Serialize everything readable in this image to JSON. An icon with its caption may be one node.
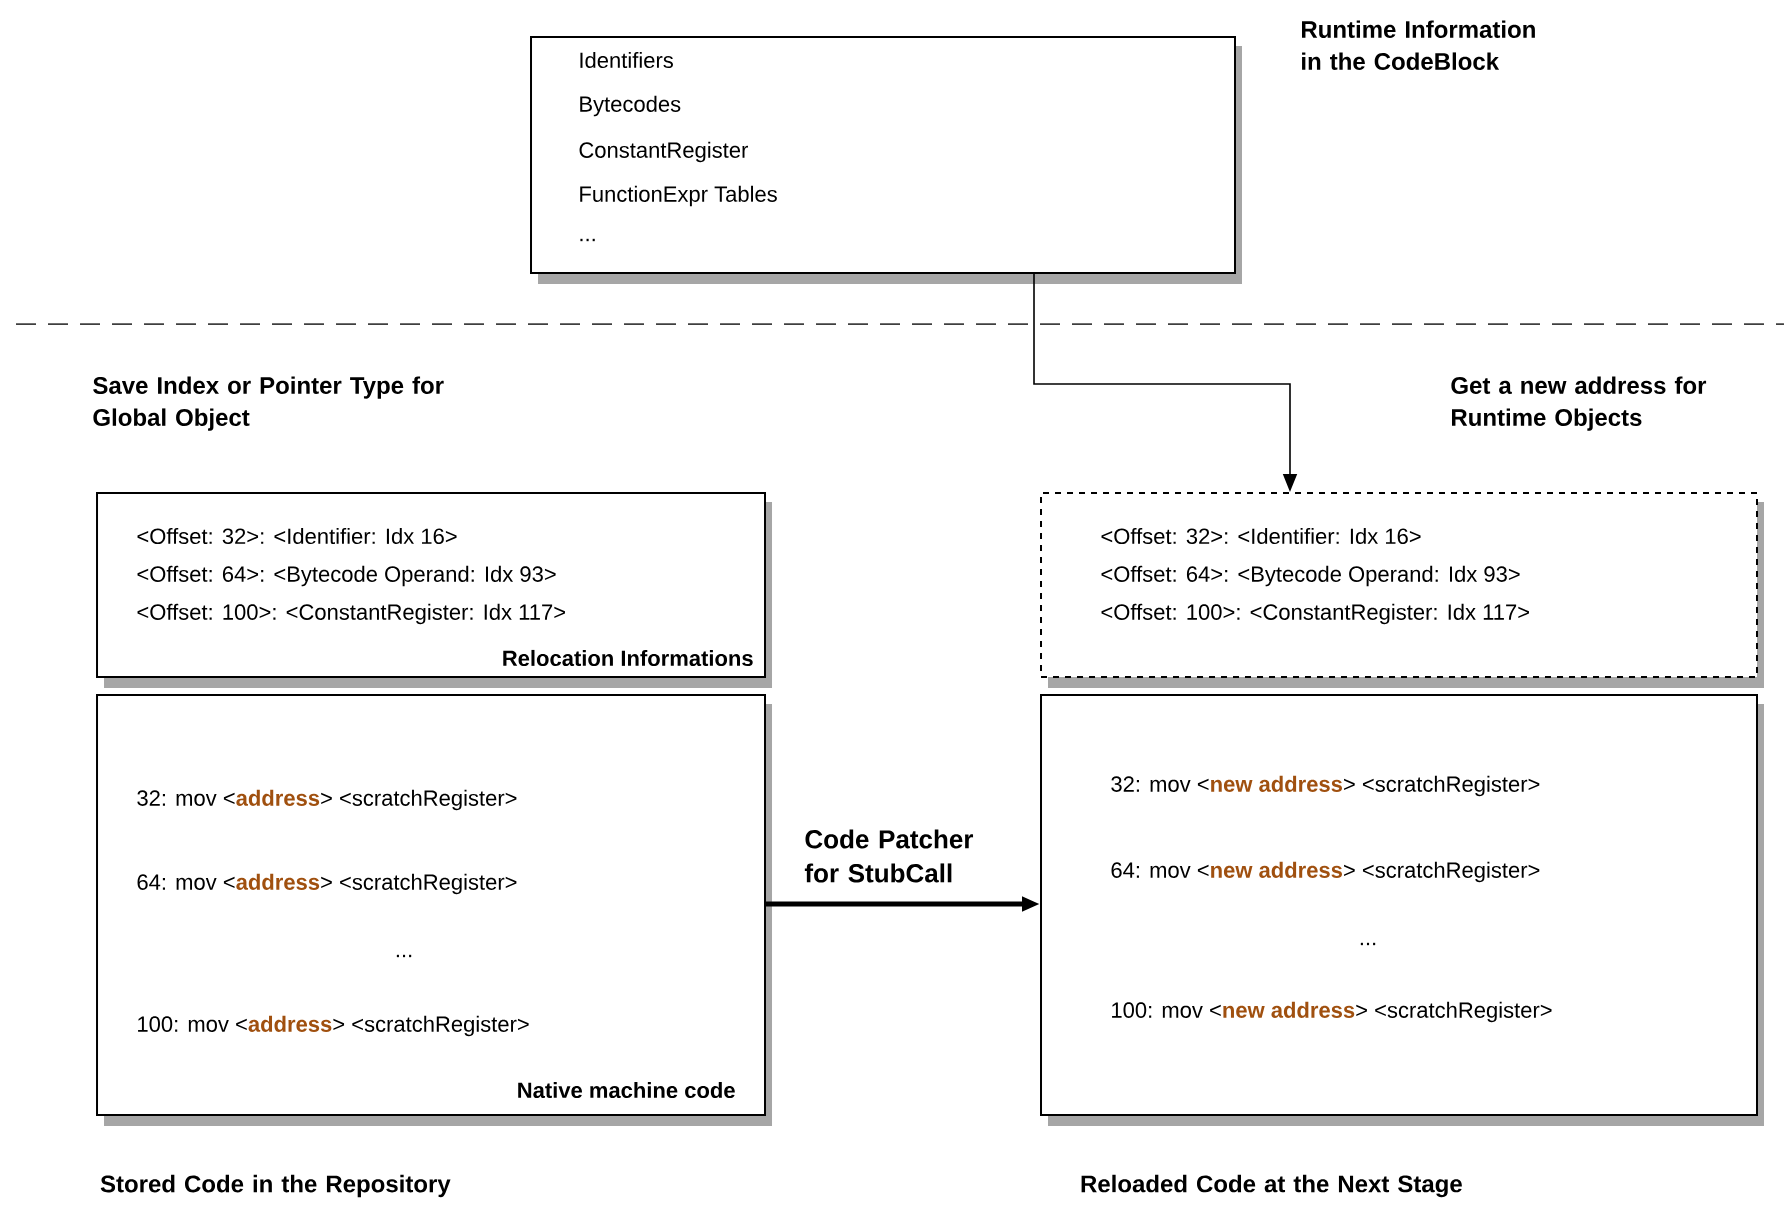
{
  "diagram": {
    "nodes": [
      {
        "text": [
          "Identifiers",
          "Bytecodes",
          "ConstantRegister",
          "FunctionExpr Tables",
          "..."
        ],
        "beside": [
          "Runtime Information in the CodeBlock"
        ]
      },
      {
        "text": [
          "<Offset: 32>: <Identifier: Idx 16>",
          "<Offset: 64>: <Bytecode Operand: Idx 93>",
          "<Offset: 100>: <ConstantRegister: Idx 117>",
          "Relocation Informations"
        ],
        "beside": [
          "Save Index or Pointer Type for Global Object"
        ]
      },
      {
        "text": [
          "32: mov <**address**> <scratchRegister>",
          "64: mov <**address**> <scratchRegister>",
          "...",
          "100: mov <**address**> <scratchRegister>",
          "Native machine code"
        ],
        "beside": [
          "Stored Code in the Repository"
        ]
      },
      {
        "text": [
          "<Offset: 32>: <Identifier: Idx 16>",
          "<Offset: 64>: <Bytecode Operand: Idx 93>",
          "<Offset: 100>: <ConstantRegister: Idx 117>"
        ],
        "beside": [
          "Get a new address for Runtime Objects"
        ]
      },
      {
        "text": [
          "32: mov <**new address**> <scratchRegister>",
          "64: mov <**new address**> <scratchRegister>",
          "...",
          "100: mov <**new address**> <scratchRegister>"
        ],
        "beside": [
          "Reloaded Code at the Next Stage"
        ]
      }
    ],
    "edges": [
      {
        "from": 0,
        "to": 3,
        "arrow": "to"
      },
      {
        "from": 2,
        "to": 4,
        "arrow": "to",
        "style": "thick",
        "label": "Code Patcher for StubCall"
      }
    ]
  }
}
